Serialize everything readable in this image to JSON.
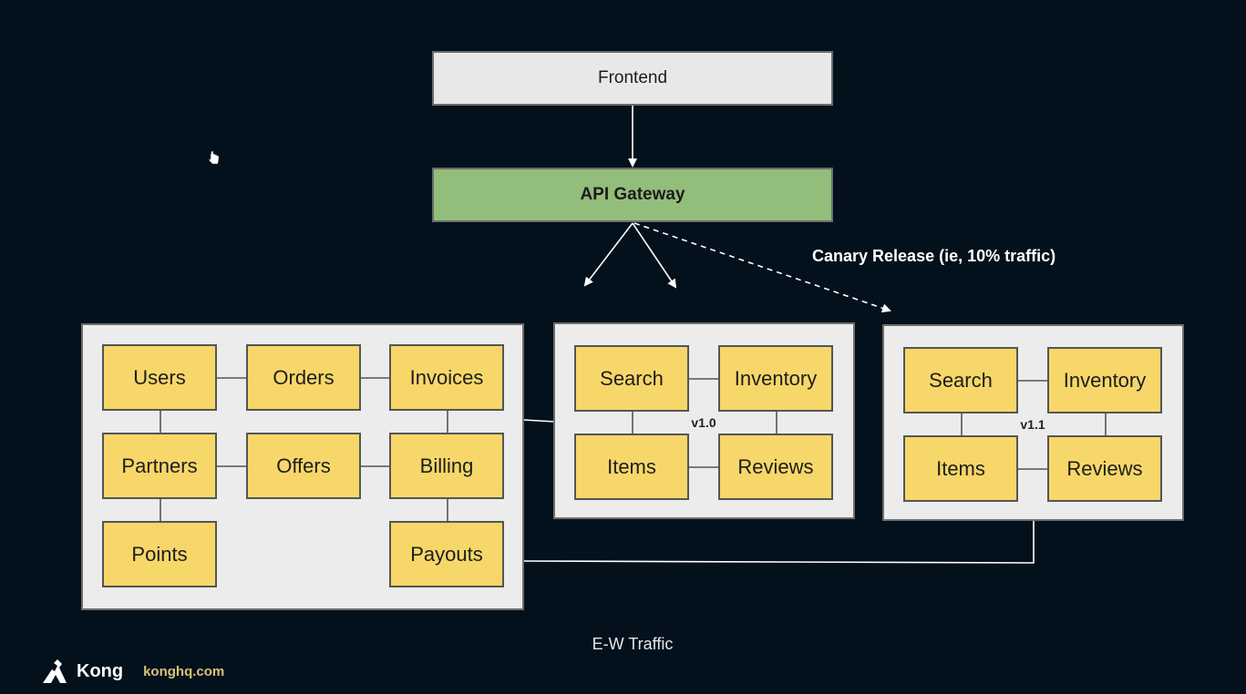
{
  "colors": {
    "background": "#03111c",
    "frontend_fill": "#e8e8e8",
    "gateway_fill": "#93bd7a",
    "service_fill": "#f7d769",
    "panel_fill": "#ececec",
    "line": "#ffffff",
    "brand_url": "#d9c27a"
  },
  "frontend": {
    "label": "Frontend"
  },
  "gateway": {
    "label": "API Gateway"
  },
  "canary": {
    "label": "Canary Release (ie, 10% traffic)"
  },
  "monolith": {
    "services": {
      "users": "Users",
      "orders": "Orders",
      "invoices": "Invoices",
      "partners": "Partners",
      "offers": "Offers",
      "billing": "Billing",
      "points": "Points",
      "payouts": "Payouts"
    }
  },
  "catalog_v10": {
    "version": "v1.0",
    "services": {
      "search": "Search",
      "inventory": "Inventory",
      "items": "Items",
      "reviews": "Reviews"
    }
  },
  "catalog_v11": {
    "version": "v1.1",
    "services": {
      "search": "Search",
      "inventory": "Inventory",
      "items": "Items",
      "reviews": "Reviews"
    }
  },
  "footer": {
    "ew_traffic": "E-W Traffic",
    "brand": "Kong",
    "url": "konghq.com",
    "logo_icon": "kong-logo-icon"
  },
  "cursor_icon": "hand-cursor-icon"
}
